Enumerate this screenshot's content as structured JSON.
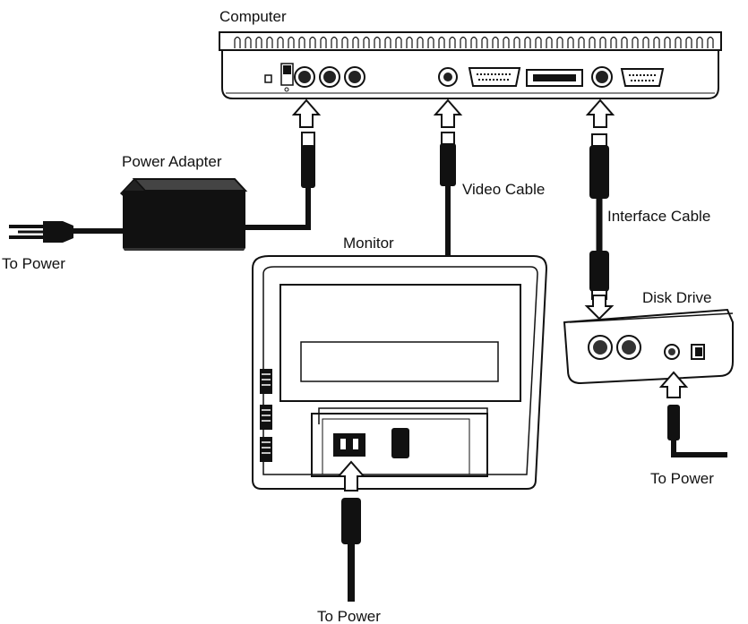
{
  "labels": {
    "computer": "Computer",
    "power_adapter": "Power Adapter",
    "to_power_left": "To Power",
    "video_cable": "Video Cable",
    "monitor": "Monitor",
    "interface_cable": "Interface Cable",
    "disk_drive": "Disk Drive",
    "to_power_right": "To Power",
    "to_power_bottom": "To Power"
  },
  "colors": {
    "ink": "#111111",
    "panel": "#ffffff",
    "device_dark": "#1a1a1a",
    "arrow_fill": "#ffffff"
  }
}
